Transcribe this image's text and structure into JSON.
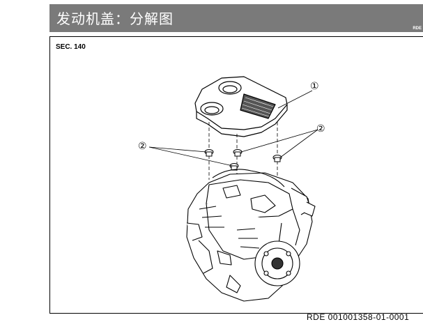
{
  "header": {
    "title": "发动机盖：分解图",
    "tag": "RDE"
  },
  "diagram": {
    "section": "SEC. 140",
    "callouts": [
      {
        "id": "callout-1",
        "label": "①"
      },
      {
        "id": "callout-2-right",
        "label": "②"
      },
      {
        "id": "callout-2-left",
        "label": "②"
      }
    ]
  },
  "footer": {
    "reference": "RDE 001001358-01-0001"
  }
}
